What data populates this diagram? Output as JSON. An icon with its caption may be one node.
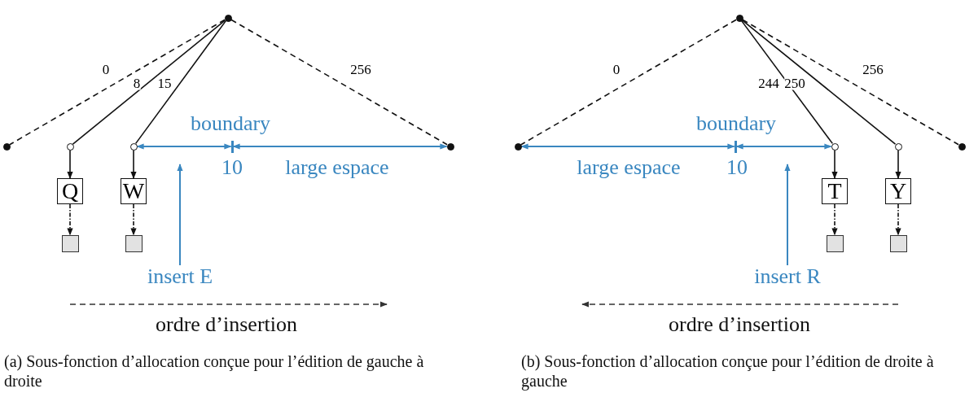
{
  "diagram": {
    "nodes": [
      {
        "text": [],
        "shape": "circle"
      },
      {
        "text": [],
        "shape": "circle"
      },
      {
        "text": [],
        "shape": "circle"
      },
      {
        "text": [],
        "shape": "circle"
      },
      {
        "text": [],
        "shape": "circle"
      },
      {
        "text": [
          "Q"
        ]
      },
      {
        "text": [
          "W"
        ]
      },
      {
        "text": [],
        "shape": "box"
      },
      {
        "text": [],
        "shape": "box"
      },
      {
        "text": [],
        "shape": "bar"
      },
      {
        "text": [
          "insert E"
        ]
      },
      {
        "text": [],
        "shape": "circle"
      },
      {
        "text": [],
        "shape": "circle"
      },
      {
        "text": [],
        "shape": "bar"
      },
      {
        "text": [],
        "shape": "circle"
      },
      {
        "text": [],
        "shape": "circle"
      },
      {
        "text": [],
        "shape": "circle"
      },
      {
        "text": [
          "T"
        ]
      },
      {
        "text": [
          "Y"
        ]
      },
      {
        "text": [],
        "shape": "box"
      },
      {
        "text": [],
        "shape": "box"
      },
      {
        "text": [
          "insert R"
        ]
      }
    ],
    "edges": [
      {
        "from": 0,
        "to": 1,
        "arrow": "none",
        "style": "dashed",
        "label": "0"
      },
      {
        "from": 0,
        "to": 2,
        "arrow": "none",
        "label": "8"
      },
      {
        "from": 0,
        "to": 3,
        "arrow": "none",
        "label": "15"
      },
      {
        "from": 0,
        "to": 4,
        "arrow": "none",
        "style": "dashed",
        "label": "256"
      },
      {
        "from": 2,
        "to": 5,
        "arrow": "to"
      },
      {
        "from": 3,
        "to": 6,
        "arrow": "to"
      },
      {
        "from": 5,
        "to": 7,
        "arrow": "to",
        "style": "dashed"
      },
      {
        "from": 6,
        "to": 8,
        "arrow": "to",
        "style": "dashed"
      },
      {
        "from": 3,
        "to": 9,
        "arrow": "both",
        "color": "#3a87c0"
      },
      {
        "from": 9,
        "to": 4,
        "arrow": "both",
        "color": "#3a87c0"
      },
      {
        "from": 10,
        "to": null,
        "arrow": "to",
        "color": "#3a87c0"
      },
      {
        "from": 11,
        "to": 12,
        "arrow": "none",
        "style": "dashed",
        "label": "0"
      },
      {
        "from": 11,
        "to": 14,
        "arrow": "none",
        "label": "244"
      },
      {
        "from": 11,
        "to": 15,
        "arrow": "none",
        "label": "250"
      },
      {
        "from": 11,
        "to": 16,
        "arrow": "none",
        "style": "dashed",
        "label": "256"
      },
      {
        "from": 14,
        "to": 17,
        "arrow": "to"
      },
      {
        "from": 15,
        "to": 18,
        "arrow": "to"
      },
      {
        "from": 17,
        "to": 19,
        "arrow": "to",
        "style": "dashed"
      },
      {
        "from": 18,
        "to": 20,
        "arrow": "to",
        "style": "dashed"
      },
      {
        "from": 12,
        "to": 13,
        "arrow": "both",
        "color": "#3a87c0"
      },
      {
        "from": 13,
        "to": 14,
        "arrow": "both",
        "color": "#3a87c0"
      },
      {
        "from": 21,
        "to": null,
        "arrow": "to",
        "color": "#3a87c0"
      }
    ],
    "labels": [
      "boundary",
      "10",
      "large espace",
      "ordre d’insertion",
      "(a) Sous-fonction d’allocation conçue pour l’édition de gauche à droite",
      "boundary",
      "10",
      "large espace",
      "ordre d’insertion",
      "(b) Sous-fonction d’allocation conçue pour l’édition de droite à gauche"
    ]
  }
}
